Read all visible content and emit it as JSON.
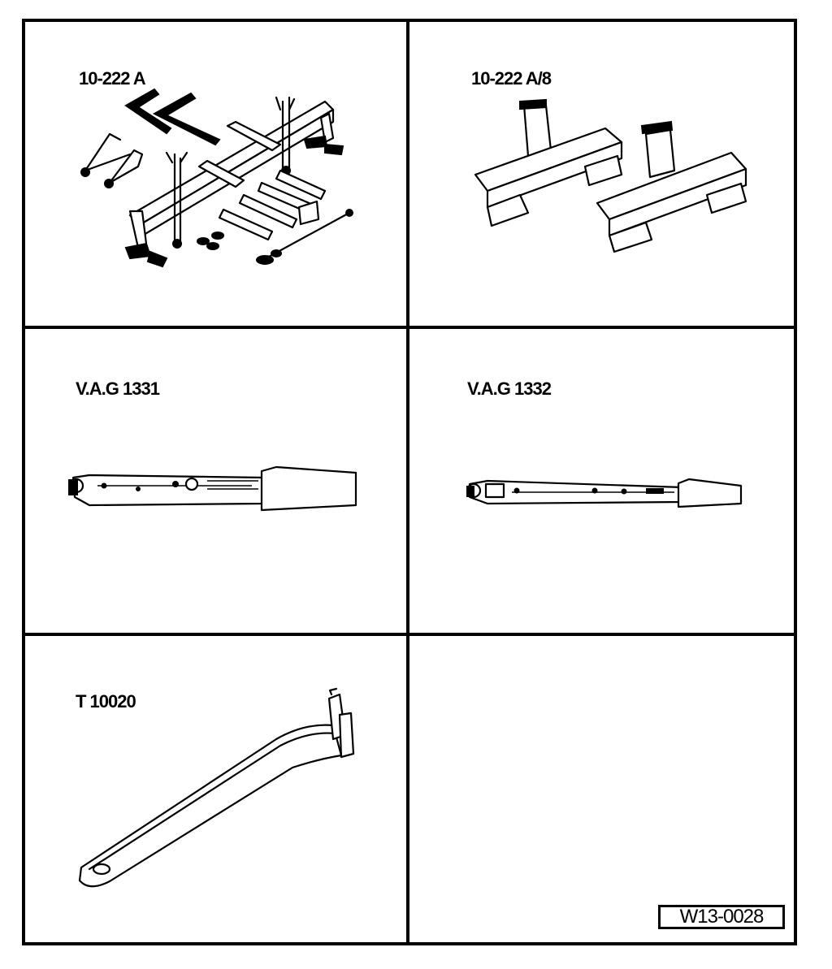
{
  "tools": [
    {
      "id": "10-222-A",
      "label": "10-222 A",
      "icon": "engine-support-bridge-icon"
    },
    {
      "id": "10-222-A-8",
      "label": "10-222 A/8",
      "icon": "adapter-pair-icon"
    },
    {
      "id": "vag-1331",
      "label": "V.A.G 1331",
      "icon": "torque-wrench-icon"
    },
    {
      "id": "vag-1332",
      "label": "V.A.G 1332",
      "icon": "torque-wrench-long-icon"
    },
    {
      "id": "t-10020",
      "label": "T 10020",
      "icon": "spanner-lever-icon"
    }
  ],
  "figure_code": "W13-0028"
}
